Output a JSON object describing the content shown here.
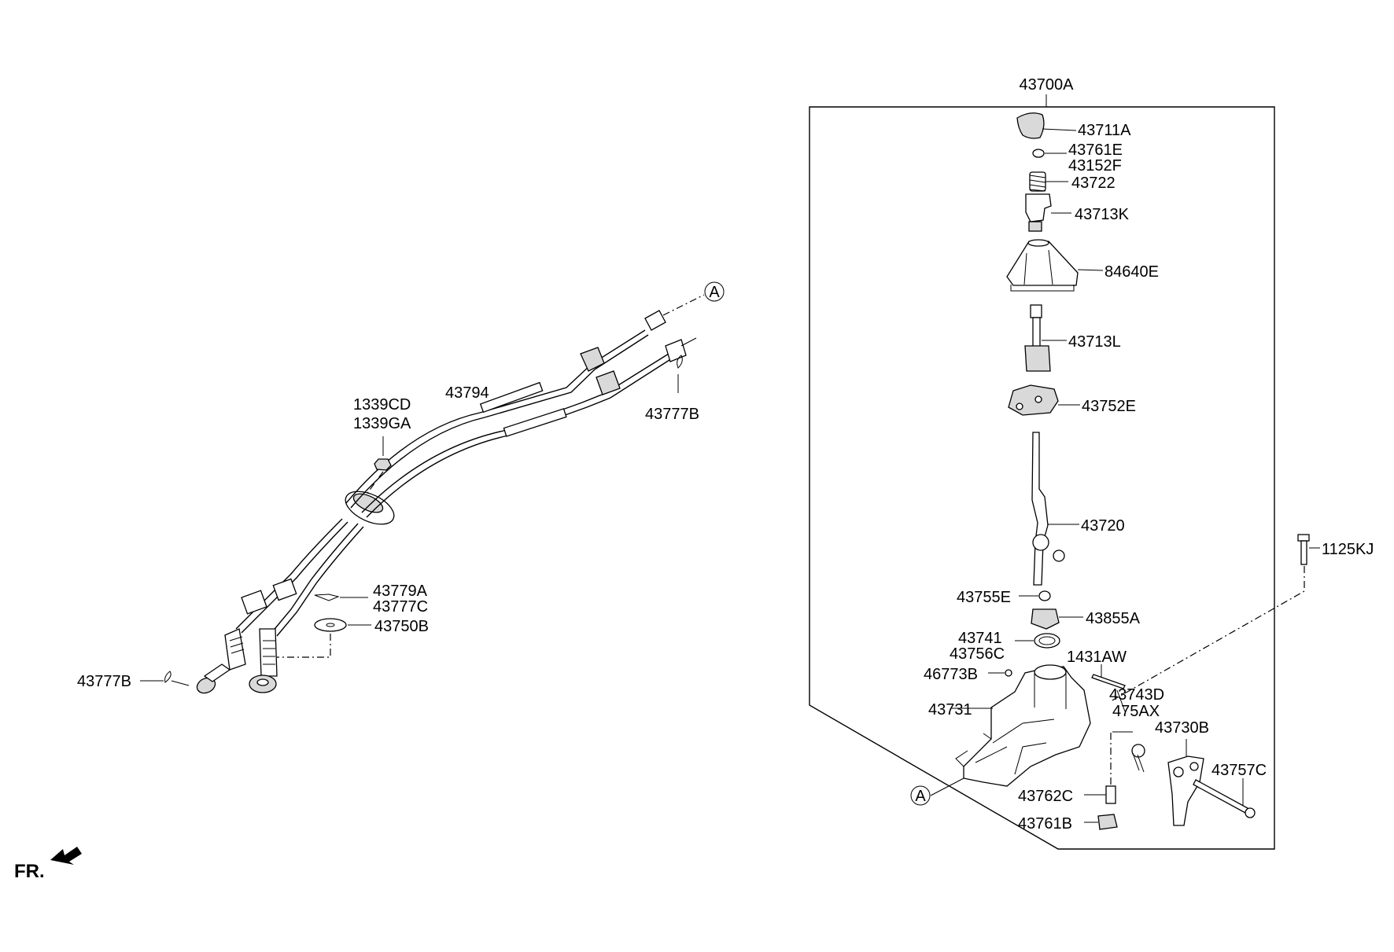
{
  "diagram": {
    "callouts": [
      {
        "id": "assembly",
        "text": "43700A"
      },
      {
        "id": "knob",
        "text": "43711A"
      },
      {
        "id": "bush-e",
        "text": "43761E"
      },
      {
        "id": "f",
        "text": "43152F"
      },
      {
        "id": "spring",
        "text": "43722"
      },
      {
        "id": "k",
        "text": "43713K"
      },
      {
        "id": "boot",
        "text": "84640E"
      },
      {
        "id": "l",
        "text": "43713L"
      },
      {
        "id": "e752",
        "text": "43752E"
      },
      {
        "id": "lever",
        "text": "43720"
      },
      {
        "id": "bolt",
        "text": "1125KJ"
      },
      {
        "id": "e755",
        "text": "43755E"
      },
      {
        "id": "a855",
        "text": "43855A"
      },
      {
        "id": "p741",
        "text": "43741"
      },
      {
        "id": "c756",
        "text": "43756C"
      },
      {
        "id": "aw",
        "text": "1431AW"
      },
      {
        "id": "b46773",
        "text": "46773B"
      },
      {
        "id": "d743",
        "text": "43743D"
      },
      {
        "id": "ax",
        "text": "475AX"
      },
      {
        "id": "p731",
        "text": "43731"
      },
      {
        "id": "b730",
        "text": "43730B"
      },
      {
        "id": "c757",
        "text": "43757C"
      },
      {
        "id": "c762",
        "text": "43762C"
      },
      {
        "id": "b761",
        "text": "43761B"
      },
      {
        "id": "cd",
        "text": "1339CD"
      },
      {
        "id": "ga",
        "text": "1339GA"
      },
      {
        "id": "cable",
        "text": "43794"
      },
      {
        "id": "b777-top",
        "text": "43777B"
      },
      {
        "id": "a779",
        "text": "43779A"
      },
      {
        "id": "c777",
        "text": "43777C"
      },
      {
        "id": "b750",
        "text": "43750B"
      },
      {
        "id": "b777-bottom",
        "text": "43777B"
      }
    ],
    "ref_marks": [
      {
        "id": "cable-end",
        "text": "A"
      },
      {
        "id": "shifter-base",
        "text": "A"
      }
    ],
    "direction_label": "FR."
  }
}
